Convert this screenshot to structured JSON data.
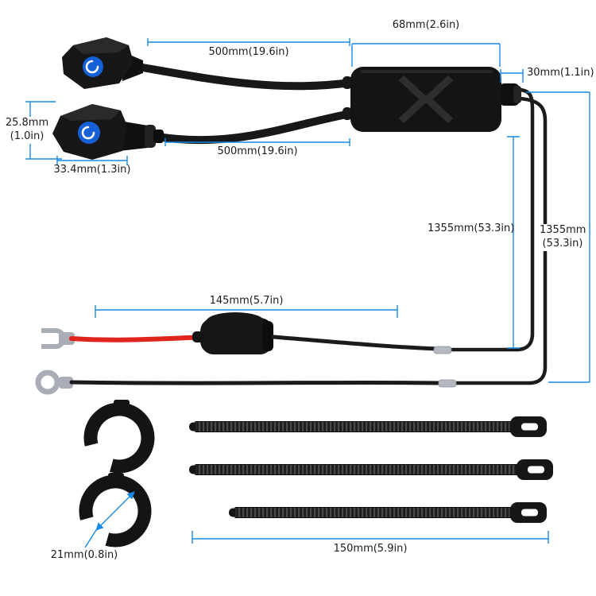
{
  "colors": {
    "dimension": "#1789e6",
    "part_black": "#171717",
    "red_wire": "#df241b",
    "metal_gray": "#a9aeb6",
    "logo_blue": "#1560d6",
    "background": "#ffffff"
  },
  "labels": {
    "box_width": "68mm(2.6in)",
    "box_offset": "30mm(1.1in)",
    "cable_top": "500mm(19.6in)",
    "cable_bottom": "500mm(19.6in)",
    "plug_height_line1": "25.8mm",
    "plug_height_line2": "(1.0in)",
    "plug_width": "33.4mm(1.3in)",
    "wire_a": "1355mm(53.3in)",
    "wire_b_line1": "1355mm",
    "wire_b_line2": "(53.3in)",
    "fuse_lead": "145mm(5.7in)",
    "clip_diameter": "21mm(0.8in)",
    "tie_length": "150mm(5.9in)"
  }
}
